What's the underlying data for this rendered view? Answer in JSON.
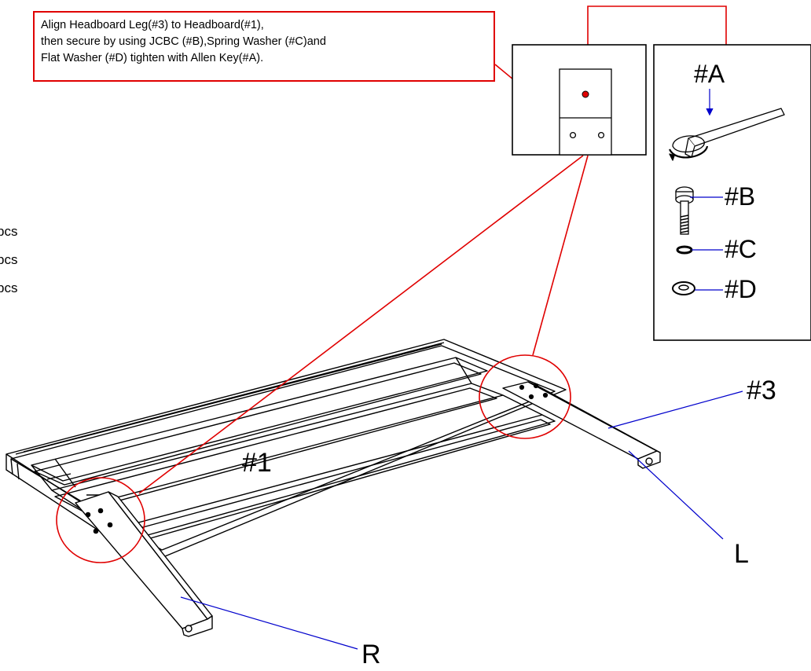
{
  "instruction": {
    "lines": [
      "Align Headboard Leg(#3) to Headboard(#1),",
      "then secure by using JCBC (#B),Spring Washer (#C)and",
      "Flat Washer (#D) tighten with Allen Key(#A)."
    ]
  },
  "parts_legend": {
    "a": "#A",
    "b": "#B",
    "c": "#C",
    "d": "#D"
  },
  "labels": {
    "headboard": "#1",
    "leg": "#3",
    "left": "L",
    "right": "R"
  },
  "partial_counts": [
    "pcs",
    "pcs",
    "pcs"
  ],
  "colors": {
    "callout": "#e00000",
    "leader": "#0000cc",
    "line": "#000000"
  }
}
